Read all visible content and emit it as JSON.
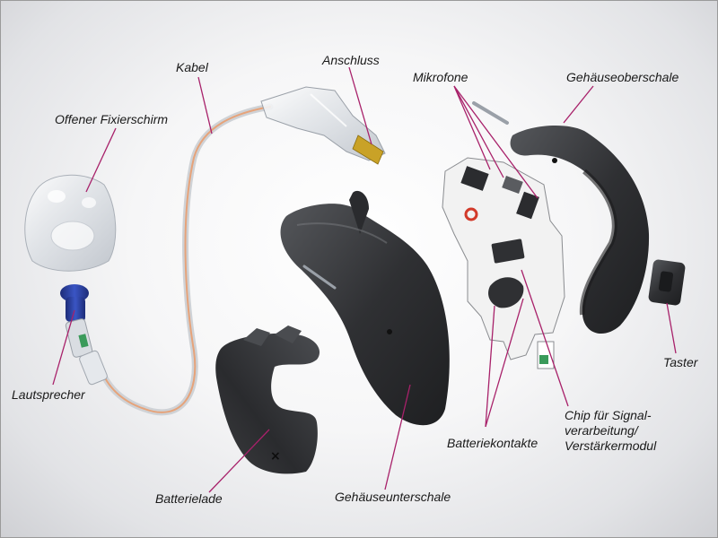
{
  "colors": {
    "leader": "#a8216a",
    "text": "#1a1a1a",
    "shell": "#3a3b3e",
    "shell_light": "#6a6b6f",
    "frame": "#f2f2f2",
    "accent_red": "#d23a2a",
    "speaker_blue": "#2b3f9a",
    "cable": "#e6a37a"
  },
  "labels": {
    "kabel": "Kabel",
    "anschluss": "Anschluss",
    "mikrofone": "Mikrofone",
    "gehaeuseoberschale": "Gehäuseoberschale",
    "fixierschirm": "Offener Fixierschirm",
    "lautsprecher": "Lautsprecher",
    "taster": "Taster",
    "chip_line1": "Chip für Signal-",
    "chip_line2": "verarbeitung/",
    "chip_line3": "Verstärkermodul",
    "batteriekontakte": "Batteriekontakte",
    "batterielade": "Batterielade",
    "gehaeuseunterschale": "Gehäuseunterschale"
  }
}
